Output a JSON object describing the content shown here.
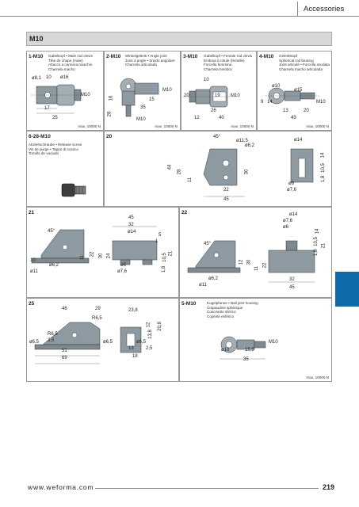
{
  "header": {
    "category": "Accessories"
  },
  "section": {
    "title": "M10"
  },
  "products": [
    {
      "code": "1-M10",
      "desc": [
        "Gabelkopf • Male rod clevis",
        "Tête de chape (male)",
        "Attacco a cerniera maschio",
        "Charnela macho"
      ],
      "max": "max. 10000 N",
      "dims": [
        "ø8,1",
        "10",
        "ø16",
        "M10",
        "17",
        "25"
      ]
    },
    {
      "code": "2-M10",
      "desc": [
        "Winkelgelenk • Angle joint",
        "Joint à angle • Snodo angolare",
        "Charnela articulada"
      ],
      "max": "max. 10000 N",
      "dims": [
        "16",
        "28",
        "M10",
        "15",
        "35",
        "M10"
      ]
    },
    {
      "code": "3-M10",
      "desc": [
        "Gabelkopf • Female rod clevis",
        "Embout à rotule (femelle)",
        "Forcella femmina",
        "Charnela hembra"
      ],
      "max": "max. 10000 N",
      "dims": [
        "10",
        "20",
        "19",
        "M10",
        "26",
        "12",
        "40"
      ]
    },
    {
      "code": "4-M10",
      "desc": [
        "Gelenkkopf",
        "Spherical rod bearing",
        "Joint articulé • Forcella snodata",
        "Charnela macho articulada"
      ],
      "max": "max. 10000 N",
      "dims": [
        "ø10",
        "ø15",
        "9",
        "14",
        "M10",
        "13",
        "20",
        "43"
      ]
    },
    {
      "code": "6-28-M10",
      "desc": [
        "Abziehschraube • Release screw",
        "Vis de purge • Tappo di scarico",
        "Tornillo de vaciado"
      ]
    },
    {
      "code": "20",
      "dims": [
        "45°",
        "ø11,5",
        "ø6,2",
        "44",
        "28",
        "11",
        "30",
        "22",
        "45",
        "ø14",
        "14",
        "10,5",
        "1,8",
        "ø6",
        "ø7,6"
      ]
    },
    {
      "code": "21",
      "dims": [
        "45°",
        "45",
        "32",
        "ø14",
        "5",
        "10",
        "ø11",
        "ø6,2",
        "ø7,6",
        "ø6",
        "1",
        "1,8",
        "10,5",
        "21",
        "30",
        "11",
        "22",
        "24"
      ]
    },
    {
      "code": "22",
      "dims": [
        "45°",
        "ø14",
        "ø7,6",
        "ø6",
        "ø11",
        "ø6,2",
        "12",
        "30",
        "11",
        "22",
        "10,5",
        "1,8",
        "14",
        "21",
        "32",
        "45"
      ]
    },
    {
      "code": "25",
      "dims": [
        "46",
        "29",
        "R6,5",
        "R6,5",
        "3,5",
        "ø6,5",
        "51",
        "69",
        "ø6,5",
        "23,8",
        "12",
        "20,8",
        "13,8",
        "ø6,5",
        "13",
        "18",
        "2,5"
      ]
    },
    {
      "code": "5-M10",
      "desc": [
        "Kugelpfanne • Ball joint housing",
        "Crapaudine sphérique",
        "Cuscinetto sferico",
        "Cojinete esférico"
      ],
      "max": "max. 10000 N",
      "dims": [
        "ø10",
        "M10",
        "15,5",
        "35"
      ]
    }
  ],
  "footer": {
    "website": "www.weforma.com",
    "page": "219"
  },
  "colors": {
    "part": "#8e9aa1",
    "part_dark": "#5d676d",
    "line": "#222222",
    "side_tab": "#0e6aa8",
    "box_border": "#9a9a9a"
  }
}
